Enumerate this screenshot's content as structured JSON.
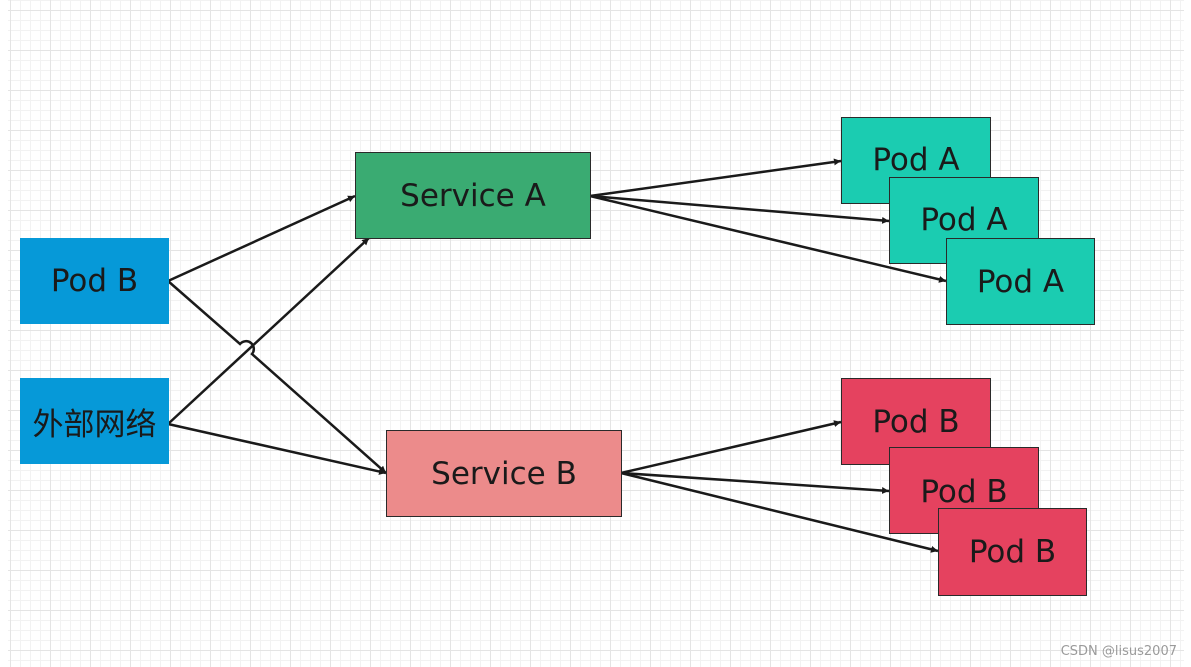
{
  "nodes": {
    "pod_b_source": "Pod B",
    "external_network": "外部网络",
    "service_a": "Service A",
    "service_b": "Service B",
    "pod_a_1": "Pod A",
    "pod_a_2": "Pod A",
    "pod_a_3": "Pod A",
    "pod_b_1": "Pod B",
    "pod_b_2": "Pod B",
    "pod_b_3": "Pod B"
  },
  "edges": [
    {
      "from": "Pod B",
      "to": "Service A"
    },
    {
      "from": "Pod B",
      "to": "Service B"
    },
    {
      "from": "外部网络",
      "to": "Service A"
    },
    {
      "from": "外部网络",
      "to": "Service B"
    },
    {
      "from": "Service A",
      "to": "Pod A"
    },
    {
      "from": "Service A",
      "to": "Pod A"
    },
    {
      "from": "Service A",
      "to": "Pod A"
    },
    {
      "from": "Service B",
      "to": "Pod B"
    },
    {
      "from": "Service B",
      "to": "Pod B"
    },
    {
      "from": "Service B",
      "to": "Pod B"
    }
  ],
  "colors": {
    "source": "#0699d8",
    "service_a": "#3aab72",
    "service_b": "#ec8b8b",
    "pod_a": "#1bccb1",
    "pod_b": "#e5425f",
    "edge": "#1a1a1a"
  },
  "watermark": "CSDN @lisus2007"
}
